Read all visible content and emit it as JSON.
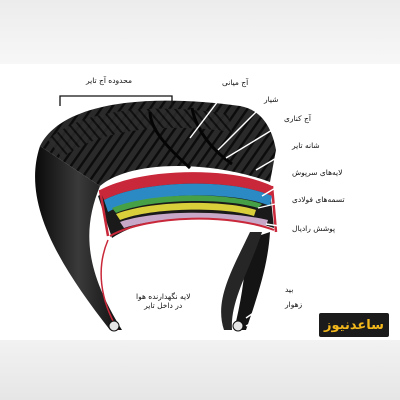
{
  "labels": {
    "tread_area": "محدوده آج تایر",
    "center_tread": "آج میانی",
    "groove": "شیار",
    "edge_tread": "آج کناری",
    "shoulder": "شانه تایر",
    "cushion_layers": "لایه‌های سرپوش",
    "steel_belts": "تسمه‌های فولادی",
    "radial_ply": "پوشش رادیال",
    "inner_liner": "لایه نگهدارنده هوا\nدر داخل تایر",
    "bead": "بید",
    "bead_filler": "زهوار"
  },
  "logo": {
    "text": "ساعدنیوز"
  },
  "colors": {
    "background": "#ffffff",
    "tire_rubber": "#1e1e1e",
    "cap_ply": "#c9283a",
    "cushion": "#2b8ac4",
    "green_layer": "#46a046",
    "steel_belt": "#d9cf3b",
    "radial_ply": "#c8a8c8",
    "logo_bg": "#1b1b1b",
    "logo_text": "#f3b81c"
  }
}
